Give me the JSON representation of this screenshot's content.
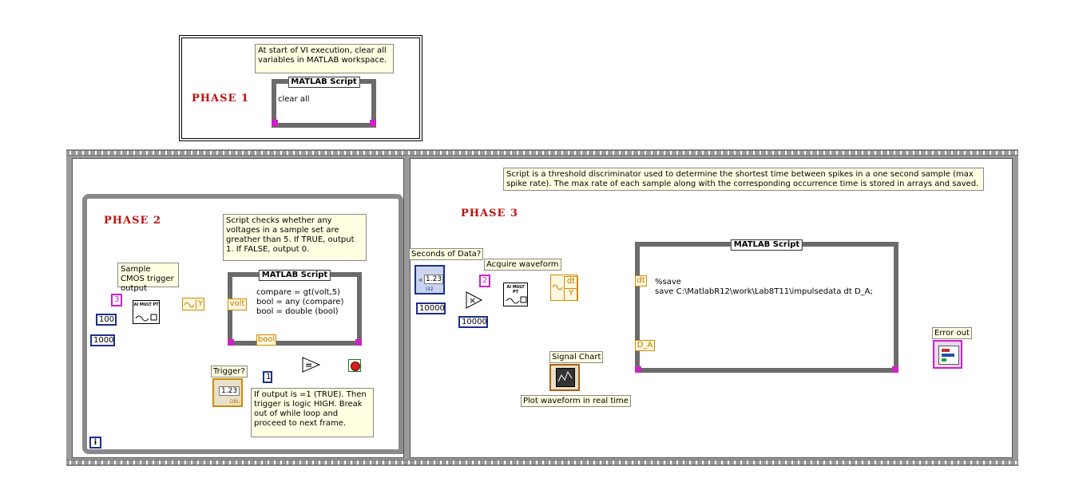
{
  "phase1": {
    "title": "PHASE  1",
    "note": "At start of VI execution, clear all variables in MATLAB workspace.",
    "script_title": "MATLAB Script",
    "script_body": "clear all"
  },
  "phase2": {
    "title": "PHASE  2",
    "note": "Script checks whether any voltages in a sample set are greather than 5. If TRUE, output 1. If FALSE, output 0.",
    "sample_label": "Sample CMOS trigger output",
    "script_title": "MATLAB Script",
    "script_body": "compare = gt(volt,5)\nbool = any (compare)\nbool = double (bool)",
    "const_channel": "3",
    "const_100": "100",
    "const_1000": "1000",
    "const_1": "1",
    "y_label": "Y",
    "volt_label": "volt",
    "bool_label": "bool",
    "trigger_label": "Trigger?",
    "trigger_value": "1.23",
    "trigger_type": "DBL",
    "result_note": "If output is =1 (TRUE). Then trigger is logic HIGH. Break out of while loop and proceed to next frame.",
    "iteration": "i"
  },
  "phase3": {
    "title": "PHASE  3",
    "note": "Script is a threshold discriminator used to determine the shortest time between spikes in a one second sample (max spike rate). The max rate of each sample along with the corresponding occurrence time is stored in arrays and saved.",
    "seconds_label": "Seconds of Data?",
    "seconds_value": "1.23",
    "seconds_type": "I32",
    "const_10000a": "10000",
    "const_10000b": "10000",
    "const_channel": "2",
    "acquire_label": "Acquire waveform",
    "dt_label": "dt",
    "y_label": "Y",
    "script_title": "MATLAB Script",
    "script_body": "%save\nsave C:\\MatlabR12\\work\\Lab8T11\\impulsedata dt D_A;",
    "dt_in": "dt",
    "da_in": "D_A",
    "chart_label": "Signal Chart",
    "plot_label": "Plot waveform in real time",
    "error_label": "Error out"
  },
  "icons": {
    "ai": "AI MULT PT",
    "ai_icon": "ai-multpt-icon",
    "multiply_icon": "multiply-icon",
    "equal_icon": "equal-icon",
    "stop_icon": "stop-icon",
    "waveform_icon": "build-waveform-icon"
  },
  "colors": {
    "phase_title": "#c01010",
    "wire_orange": "#d08a00",
    "wire_blue": "#1c2e8a",
    "wire_pink": "#d020c8",
    "wire_brown": "#b06010"
  }
}
